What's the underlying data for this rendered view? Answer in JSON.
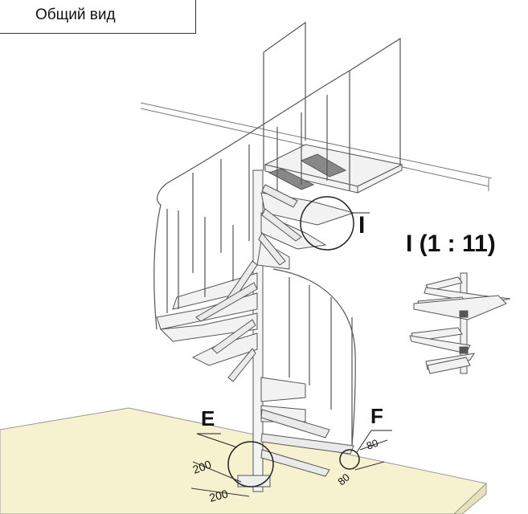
{
  "title": "Общий вид",
  "callouts": {
    "detail": "I",
    "detail_scale": "I (1 : 11)",
    "node_e": "E",
    "node_f": "F"
  },
  "dimensions": {
    "e_a": "200",
    "e_b": "200",
    "f_a": "80",
    "f_b": "80"
  },
  "colors": {
    "floor": "#f6f2cf",
    "lines": "#555555",
    "steel": "#f2f2f2"
  }
}
